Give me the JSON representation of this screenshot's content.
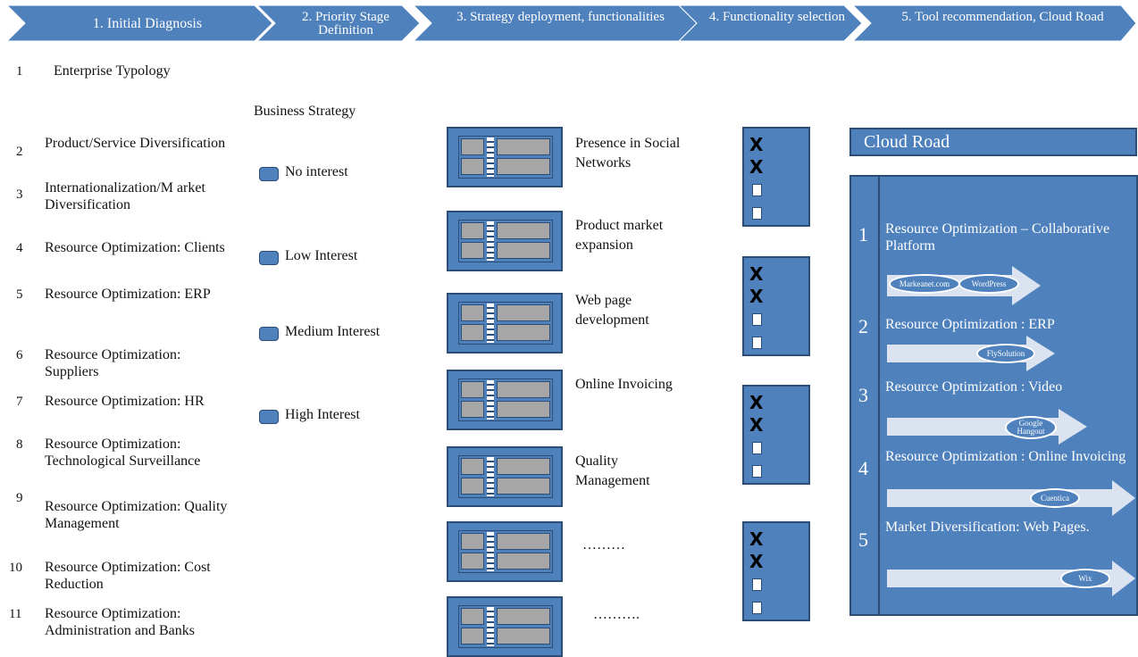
{
  "header": {
    "steps": [
      {
        "label": "1. Initial Diagnosis"
      },
      {
        "label": "2. Priority Stage Definition"
      },
      {
        "label": "3. Strategy deployment, functionalities"
      },
      {
        "label": "4. Functionality selection"
      },
      {
        "label": "5. Tool recommendation, Cloud Road"
      }
    ]
  },
  "typology": {
    "number": "1",
    "label": "Enterprise Typology"
  },
  "diagnosis_items": [
    {
      "number": "2",
      "label": "Product/Service Diversification"
    },
    {
      "number": "3",
      "label": "Internationalization/M arket Diversification"
    },
    {
      "number": "4",
      "label": "Resource Optimization: Clients"
    },
    {
      "number": "5",
      "label": "Resource Optimization: ERP"
    },
    {
      "number": "6",
      "label": "Resource Optimization: Suppliers"
    },
    {
      "number": "7",
      "label": "Resource Optimization: HR"
    },
    {
      "number": "8",
      "label": "Resource Optimization: Technological Surveillance"
    },
    {
      "number": "9",
      "label": "Resource Optimization: Quality Management"
    },
    {
      "number": "10",
      "label": "Resource Optimization: Cost Reduction"
    },
    {
      "number": "11",
      "label": "Resource Optimization: Administration and Banks"
    }
  ],
  "priority": {
    "title": "Business Strategy",
    "levels": [
      "No interest",
      "Low Interest",
      "Medium Interest",
      "High Interest"
    ]
  },
  "strategies": [
    "Presence in Social Networks",
    "Product market expansion",
    "Web page development",
    "Online Invoicing",
    "Quality Management",
    "………",
    "………."
  ],
  "selection": {
    "checked_mark": "X"
  },
  "cloud_road": {
    "title": "Cloud Road",
    "items": [
      {
        "number": "1",
        "label": "Resource Optimization – Collaborative Platform",
        "tools": [
          "Markeanet.com",
          "WordPress"
        ]
      },
      {
        "number": "2",
        "label": "Resource Optimization : ERP",
        "tools": [
          "FlySolution"
        ]
      },
      {
        "number": "3",
        "label": "Resource Optimization : Video",
        "tools": [
          "Google Hangout"
        ]
      },
      {
        "number": "4",
        "label": "Resource Optimization : Online Invoicing",
        "tools": [
          "Cuentica"
        ]
      },
      {
        "number": "5",
        "label": "Market Diversification: Web Pages.",
        "tools": [
          "Wix"
        ]
      }
    ]
  },
  "colors": {
    "accent": "#4f81bd",
    "border": "#2c4d75",
    "icon_gray": "#a6a6a6",
    "arrow": "#dce3f0"
  }
}
